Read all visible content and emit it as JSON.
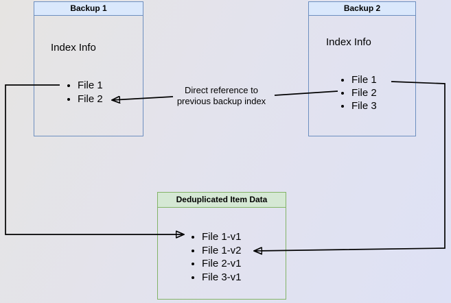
{
  "diagram": {
    "backup1": {
      "title": "Backup 1",
      "info_label": "Index Info",
      "files": [
        "File 1",
        "File 2"
      ]
    },
    "backup2": {
      "title": "Backup 2",
      "info_label": "Index Info",
      "files": [
        "File 1",
        "File 2",
        "File 3"
      ]
    },
    "dedup_store": {
      "title": "Deduplicated Item Data",
      "files": [
        "File 1-v1",
        "File 1-v2",
        "File 2-v1",
        "File 3-v1"
      ]
    },
    "annotation": {
      "line1": "Direct reference to",
      "line2": "previous backup index"
    },
    "colors": {
      "blue_fill": "#dae8fc",
      "blue_border": "#6c8ebf",
      "green_fill": "#d5e8d4",
      "green_border": "#82b366",
      "line": "#000000",
      "text": "#000000",
      "bg_start": "#e6e4e2",
      "bg_end": "#dee1f5"
    }
  }
}
